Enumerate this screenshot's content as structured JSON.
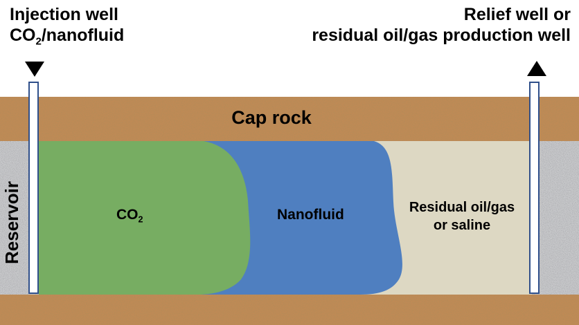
{
  "labels": {
    "injection_line1": "Injection well",
    "injection_line2_pre": "CO",
    "injection_line2_sub": "2",
    "injection_line2_post": "/nanofluid",
    "relief_line1": "Relief well or",
    "relief_line2": "residual oil/gas production well",
    "cap_rock": "Cap rock",
    "reservoir": "Reservoir",
    "co2_pre": "CO",
    "co2_sub": "2",
    "nanofluid": "Nanofluid",
    "residual_line1": "Residual oil/gas",
    "residual_line2": "or saline"
  },
  "colors": {
    "rock": "#c08a55",
    "reservoir_gray": "#c9cacc",
    "co2": "#77ad62",
    "nanofluid": "#4f7fc0",
    "residual": "#ddd8c3",
    "well_outline": "#2f4f8a"
  }
}
